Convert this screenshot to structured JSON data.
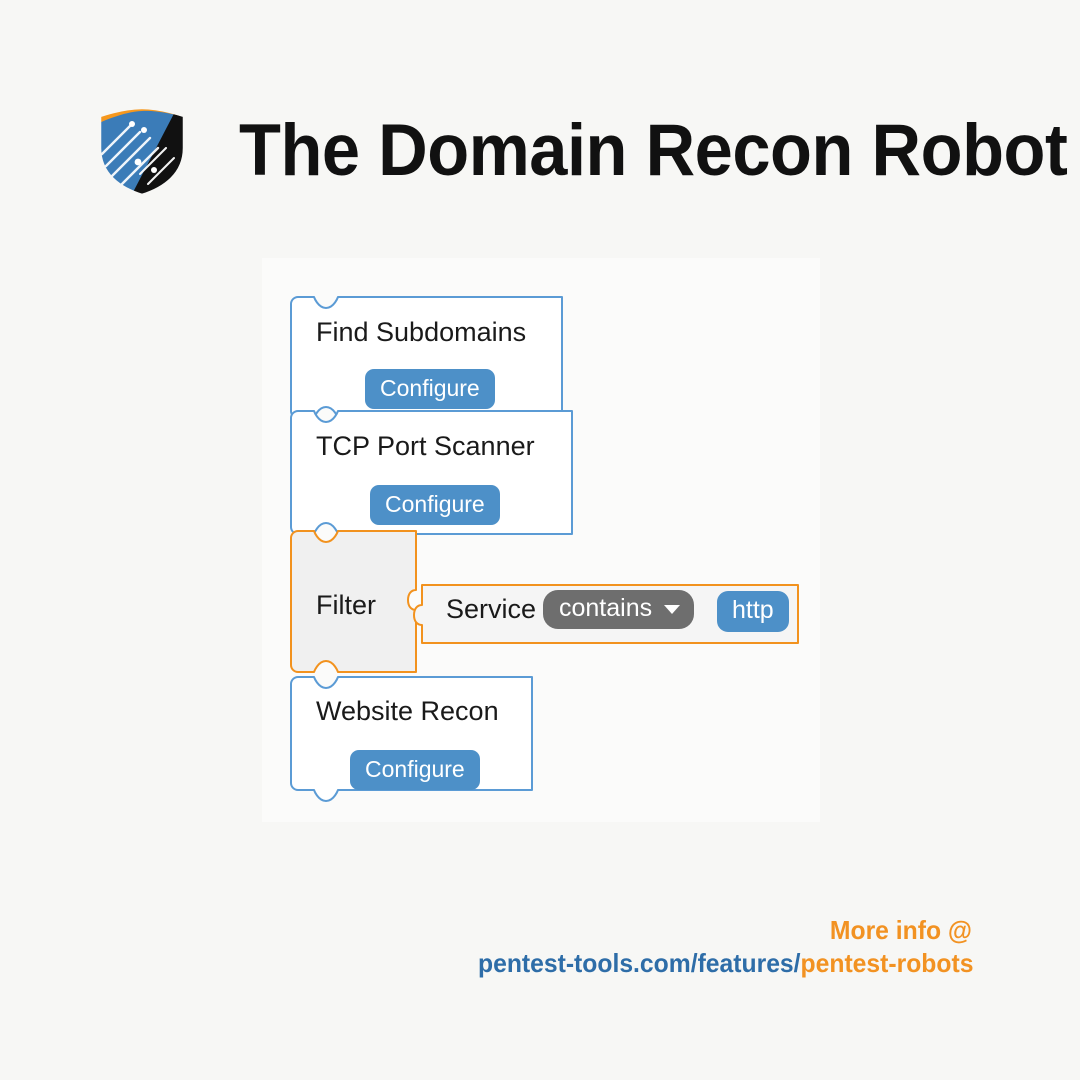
{
  "header": {
    "title": "The Domain Recon Robot",
    "logo_icon": "shield-icon"
  },
  "workspace": {
    "blocks": [
      {
        "id": "find-subdomains",
        "label": "Find Subdomains",
        "button_label": "Configure",
        "color": "#5b9bd5",
        "fill": "#ffffff",
        "type": "tool"
      },
      {
        "id": "tcp-port-scanner",
        "label": "TCP Port Scanner",
        "button_label": "Configure",
        "color": "#5b9bd5",
        "fill": "#ffffff",
        "type": "tool"
      },
      {
        "id": "filter",
        "label": "Filter",
        "color": "#f2921e",
        "fill": "#f0f0f0",
        "type": "filter",
        "condition": {
          "field_label": "Service",
          "operator": "contains",
          "operator_icon": "chevron-down-icon",
          "value": "http",
          "color": "#f2921e",
          "fill": "#f5f5f5"
        }
      },
      {
        "id": "website-recon",
        "label": "Website Recon",
        "button_label": "Configure",
        "color": "#5b9bd5",
        "fill": "#ffffff",
        "type": "tool"
      }
    ]
  },
  "footer": {
    "more_info": "More info @",
    "url_prefix": "pentest-tools.com/features/",
    "url_highlight": "pentest-robots"
  },
  "colors": {
    "page_background": "#f7f7f5",
    "canvas_background": "#fbfbfa",
    "block_blue": "#5b9bd5",
    "button_blue": "#4d90c8",
    "filter_orange": "#f2921e",
    "dropdown_gray": "#6e6e6e",
    "title_black": "#111111",
    "link_blue": "#2e6da8",
    "link_orange": "#f29222"
  }
}
